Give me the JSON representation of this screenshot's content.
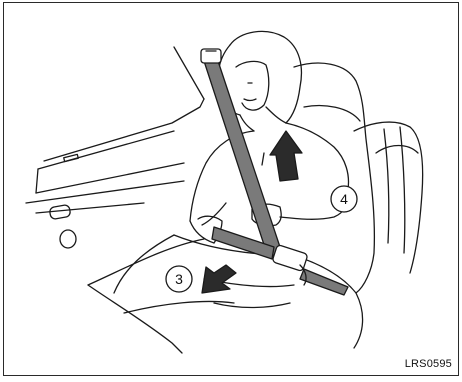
{
  "illustration": {
    "callouts": [
      {
        "label": "3"
      },
      {
        "label": "4"
      }
    ],
    "code": "LRS0595",
    "colors": {
      "line": "#1a1a1a",
      "belt": "#7a7a7a",
      "arrow": "#2b2b2b",
      "background": "#ffffff"
    },
    "icons": [
      "arrow-down-left-icon",
      "arrow-up-icon"
    ]
  }
}
